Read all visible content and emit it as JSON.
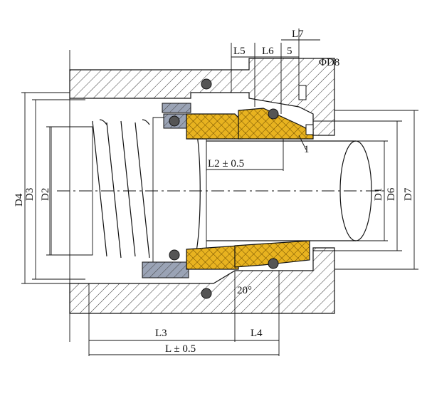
{
  "diagram": {
    "labels": {
      "L7": "L7",
      "L5": "L5",
      "L6": "L6",
      "five": "5",
      "D8": "ΦD8",
      "one": "1",
      "L2": "L2 ± 0.5",
      "D4": "D4",
      "D3": "D3",
      "D2": "D2",
      "D1": "D1",
      "D6": "D6",
      "D7": "D7",
      "angle": "20°",
      "L3": "L3",
      "L4": "L4",
      "L": "L ± 0.5"
    },
    "colors": {
      "seal_face": "#E8B320",
      "sleeve": "#9AA3B5",
      "hatch": "#333333",
      "oring": "#555555"
    }
  }
}
